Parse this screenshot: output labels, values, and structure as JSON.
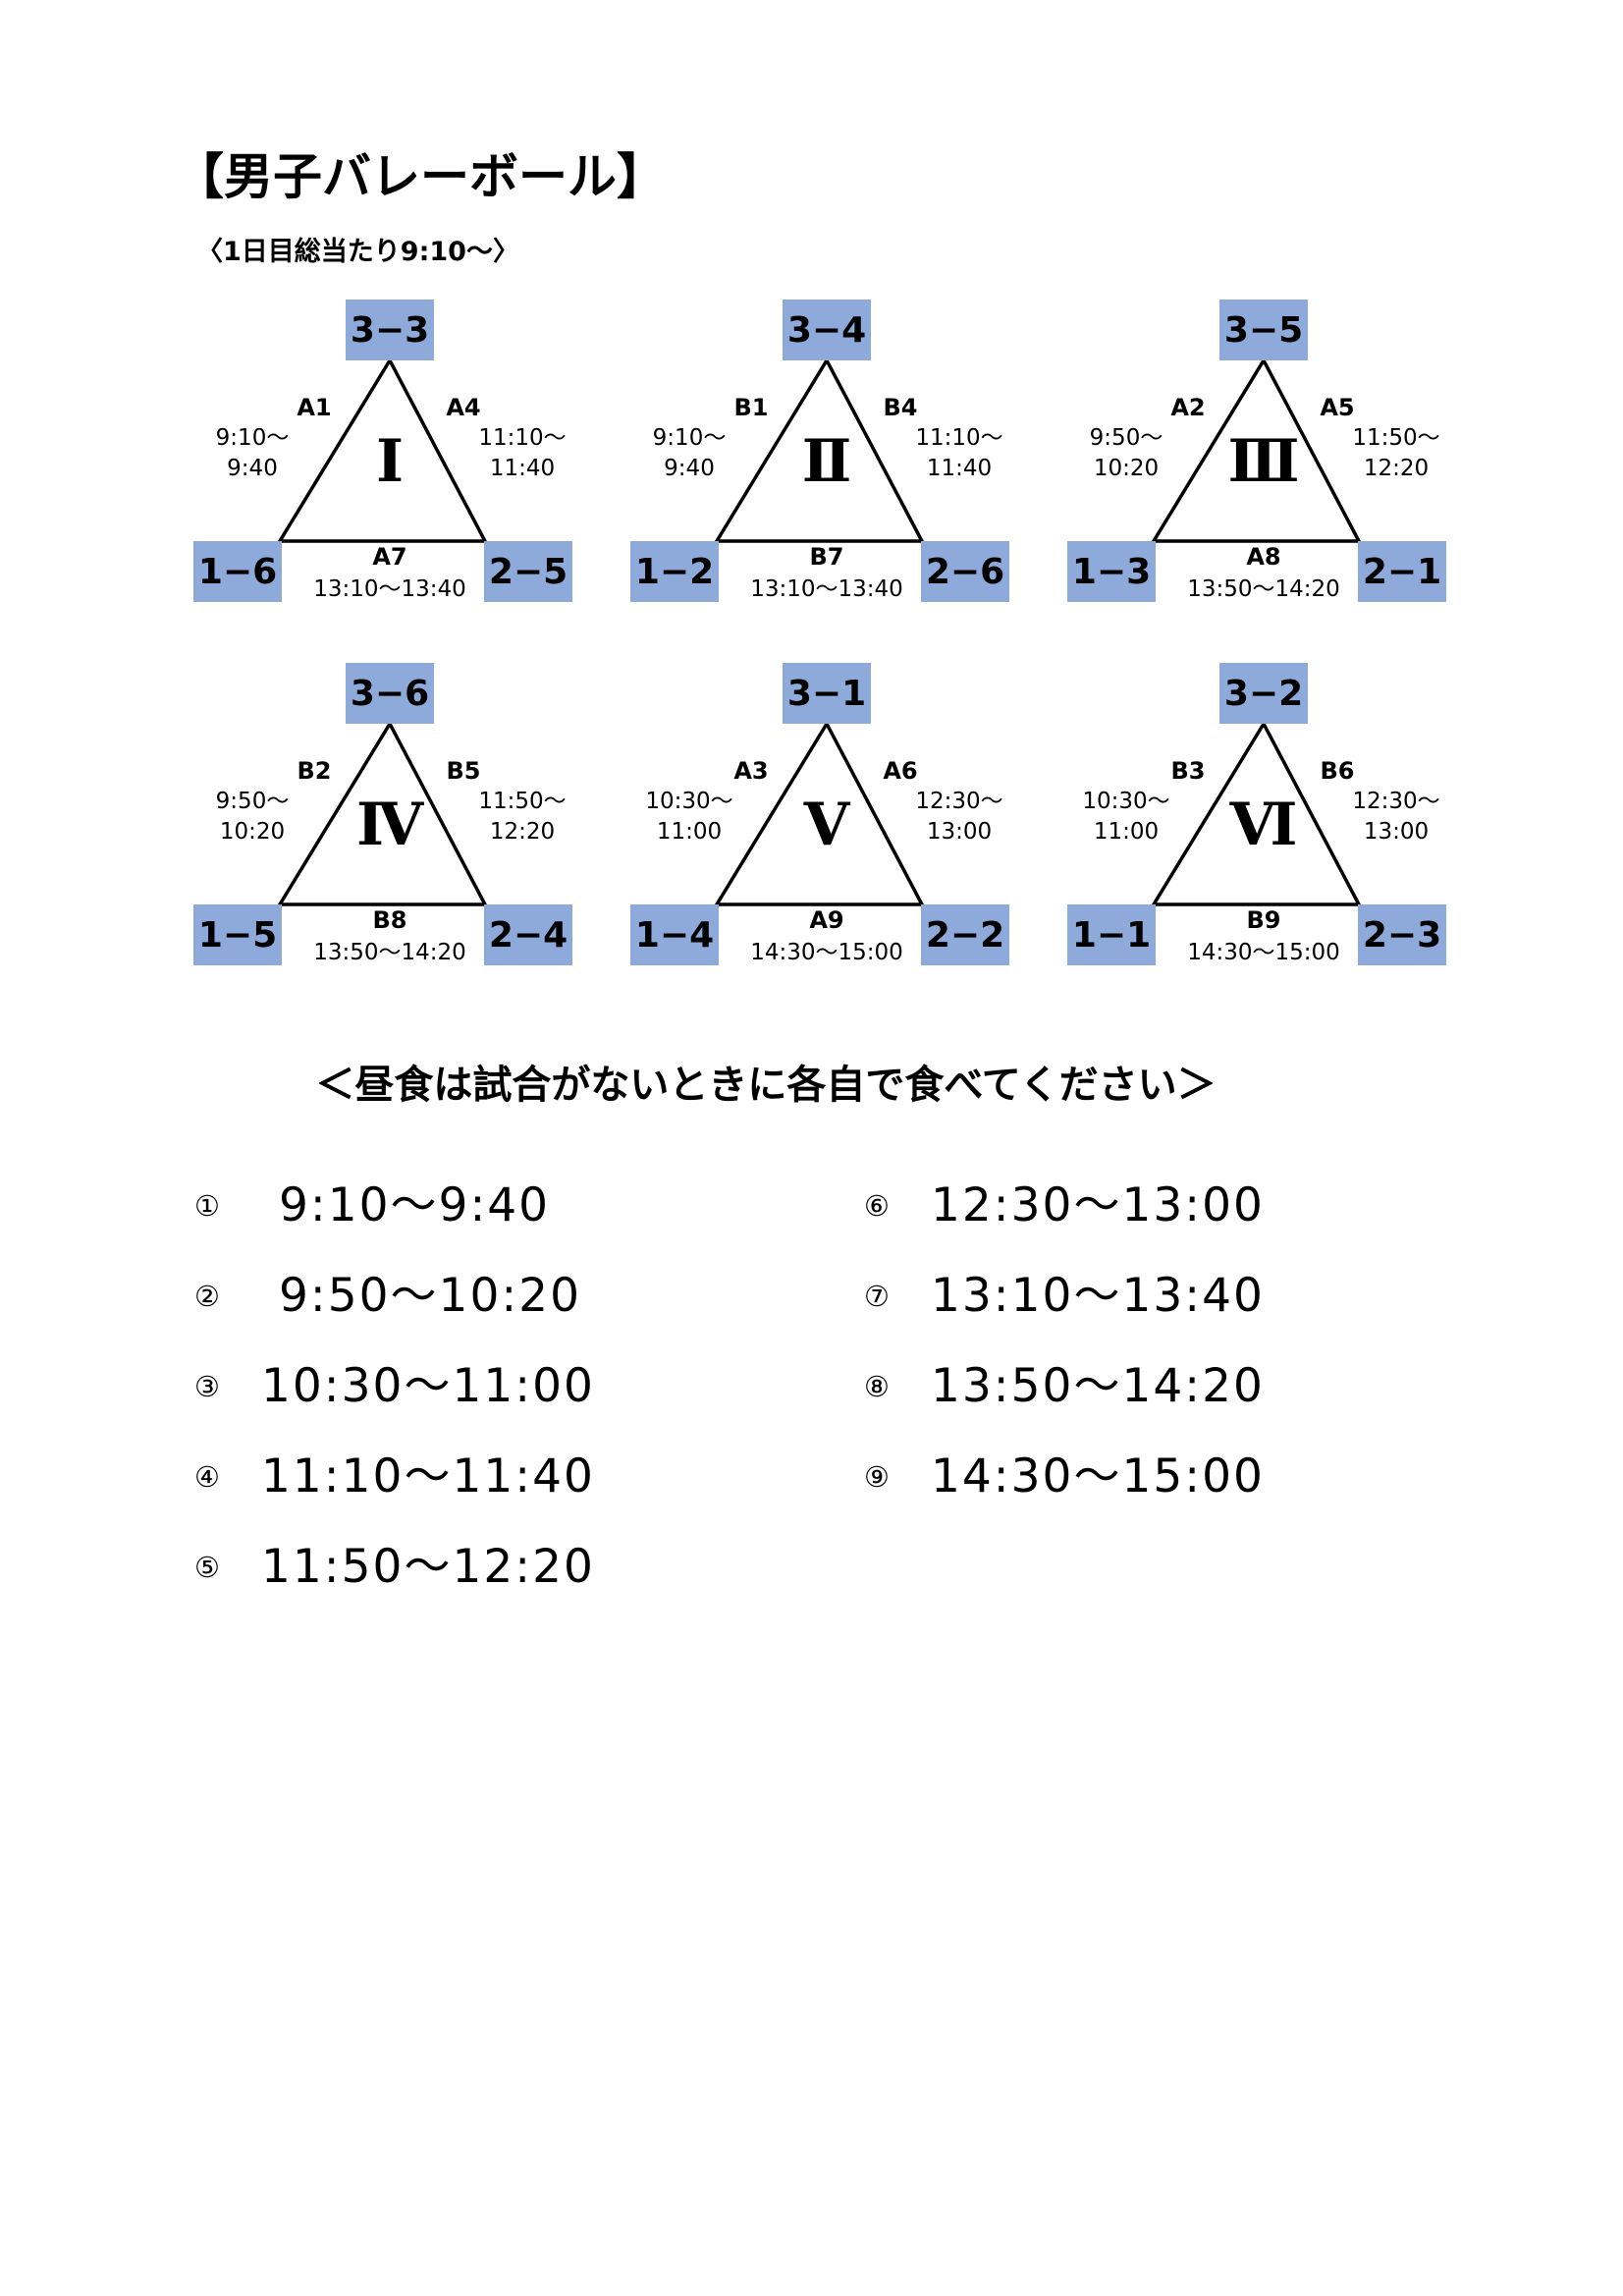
{
  "header": {
    "title": "【男子バレーボール】",
    "subtitle": "〈1日目総当たり9:10～〉"
  },
  "colors": {
    "team_box": "#8eaadb",
    "line": "#000000"
  },
  "groups": [
    {
      "roman": "Ⅰ",
      "top_team": "3−3",
      "left_team": "1−6",
      "right_team": "2−5",
      "left_match": "A1",
      "left_time": "9:10～\n9:40",
      "right_match": "A4",
      "right_time": "11:10～\n11:40",
      "bottom_match": "A7",
      "bottom_time": "13:10～13:40"
    },
    {
      "roman": "Ⅱ",
      "top_team": "3−4",
      "left_team": "1−2",
      "right_team": "2−6",
      "left_match": "B1",
      "left_time": "9:10～\n9:40",
      "right_match": "B4",
      "right_time": "11:10～\n11:40",
      "bottom_match": "B7",
      "bottom_time": "13:10～13:40"
    },
    {
      "roman": "Ⅲ",
      "top_team": "3−5",
      "left_team": "1−3",
      "right_team": "2−1",
      "left_match": "A2",
      "left_time": "9:50～\n10:20",
      "right_match": "A5",
      "right_time": "11:50～\n12:20",
      "bottom_match": "A8",
      "bottom_time": "13:50～14:20"
    },
    {
      "roman": "Ⅳ",
      "top_team": "3−6",
      "left_team": "1−5",
      "right_team": "2−4",
      "left_match": "B2",
      "left_time": "9:50～\n10:20",
      "right_match": "B5",
      "right_time": "11:50～\n12:20",
      "bottom_match": "B8",
      "bottom_time": "13:50～14:20"
    },
    {
      "roman": "Ⅴ",
      "top_team": "3−1",
      "left_team": "1−4",
      "right_team": "2−2",
      "left_match": "A3",
      "left_time": "10:30～\n11:00",
      "right_match": "A6",
      "right_time": "12:30～\n13:00",
      "bottom_match": "A9",
      "bottom_time": "14:30～15:00"
    },
    {
      "roman": "Ⅵ",
      "top_team": "3−2",
      "left_team": "1−1",
      "right_team": "2−3",
      "left_match": "B3",
      "left_time": "10:30～\n11:00",
      "right_match": "B6",
      "right_time": "12:30～\n13:00",
      "bottom_match": "B9",
      "bottom_time": "14:30～15:00"
    }
  ],
  "lunch_note": "＜昼食は試合がないときに各自で食べてください＞",
  "time_slots": [
    {
      "num": "①",
      "time": "9:10～9:40"
    },
    {
      "num": "②",
      "time": "9:50～10:20"
    },
    {
      "num": "③",
      "time": "10:30～11:00"
    },
    {
      "num": "④",
      "time": "11:10～11:40"
    },
    {
      "num": "⑤",
      "time": "11:50～12:20"
    },
    {
      "num": "⑥",
      "time": "12:30～13:00"
    },
    {
      "num": "⑦",
      "time": "13:10～13:40"
    },
    {
      "num": "⑧",
      "time": "13:50～14:20"
    },
    {
      "num": "⑨",
      "time": "14:30～15:00"
    }
  ]
}
